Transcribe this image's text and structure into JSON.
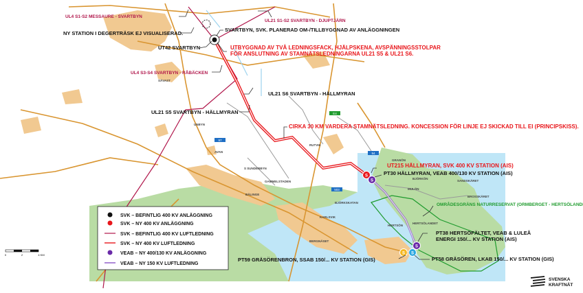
{
  "labels": {
    "ul4_s1s2": "UL4 S1-S2 MESSAURE - SVARTBYN",
    "ul21_s1s2": "UL21 S1-S2 SVARTBYN - DJUPTJÄRN",
    "ny_station": "NY STATION I DEGERTRÄSK EJ VISUALISERAD.",
    "svartbyn_svk": "SVARTBYN, SVK. PLANERAD OM-/TILLBYGGNAD AV ANLÄGGNINGEN",
    "ut42": "UT42 SVARTBYN",
    "utbyggnad_1": "UTBYGGNAD AV TVÅ LEDNINGSFACK, HJÄLPSKENA, AVSPÄNNINGSSTOLPAR",
    "utbyggnad_2": "FÖR ANSLUTNING AV STAMNÄTSLEDNINGARNA UL21 S5 & UL21 S6.",
    "ul4_s3s4": "UL4 S3-S4 SVARTBYN - RÅBÄCKEN",
    "ul21_s6": "UL21 S6 SVARTBYN - HÄLLMYRAN",
    "ul21_s5": "UL21 S5 SVARTBYN - HÄLLMYRAN",
    "cirka": "CIRKA 30 KM VARDERA STAMNÄTSLEDNING. KONCESSION FÖR LINJE EJ SKICKAD TILL EI (PRINCIPSKISS).",
    "ut215": "UT215 HÄLLMYRAN, SVK 400 KV STATION (AIS)",
    "pt30": "PT30 HÄLLMYRAN, VEAB 400/130 KV STATION (AIS)",
    "omradesgrans": "OMRÅDESGRÄNS NATURRESERVAT (ORMBERGET - HERTSÖLANDET)",
    "pt38_1": "PT38 HERTSÖFÄLTET, VEAB & LULEÅ",
    "pt38_2": "ENERGI 150/... KV STATION (AIS)",
    "pt59": "PT59 GRÄSÖRENBRON, SSAB 150/... KV STATION (GIS)",
    "pt58": "PT58 GRÄSÖREN, LKAB 150/... KV STATION (GIS)"
  },
  "places": {
    "savast": "SÄVAST",
    "unbyn": "UNBYN",
    "avan": "AVAN",
    "rutvik": "RUTVIK",
    "s_sunderbyn": "S SUNDERBYN",
    "gammelstaden": "GAMMELSTADEN",
    "balinge": "BÄLINGE",
    "bjorkskatan": "BJÖRKSKATAN",
    "bergnaset": "BERGNÄSET",
    "granon": "GRANÖN",
    "bjorkon": "BJÖRKÖN",
    "mulon": "MULÖN",
    "sandskaret": "SANDSKÄRET",
    "brosskaret": "BROSSKÄRET",
    "karlsvik": "KARLSVIK",
    "hertson": "HERTSÖN",
    "hertsolandet": "HERTSÖLANDET"
  },
  "road_signs": {
    "r97": "97",
    "e4": "E4",
    "r94": "94",
    "r503": "503"
  },
  "legend": {
    "items": [
      {
        "label": "SVK – BEFINTLIG 400 KV ANLÄGGNING",
        "symbol": "dot",
        "color": "#111111"
      },
      {
        "label": "SVK – NY 400 KV ANLÄGGNING",
        "symbol": "dot",
        "color": "#e8161b"
      },
      {
        "label": "SVK – BEFINTLIG  400 KV LUFTLEDNING",
        "symbol": "line",
        "color": "#b0154a"
      },
      {
        "label": "SVK – NY 400 KV LUFTLEDNING",
        "symbol": "line",
        "color": "#e8161b"
      },
      {
        "label": "VEAB – NY 400/130 KV ANLÄGGNING",
        "symbol": "dot",
        "color": "#6a2aa8"
      },
      {
        "label": "VEAB – NY 150 KV LUFTLEDNING",
        "symbol": "line",
        "color": "#8a55c8"
      }
    ],
    "station_glyph": "S"
  },
  "scale": {
    "ticks": [
      "0",
      "2",
      "4 KM"
    ]
  },
  "logo": {
    "line1": "SVENSKA",
    "line2": "KRAFTNÄT"
  },
  "colors": {
    "svk_existing": "#b0154a",
    "svk_new": "#e8161b",
    "veab": "#6a2aa8",
    "water": "#bfe6f7",
    "land": "#b9dca4",
    "urban": "#f1c991",
    "road": "#d99530"
  }
}
